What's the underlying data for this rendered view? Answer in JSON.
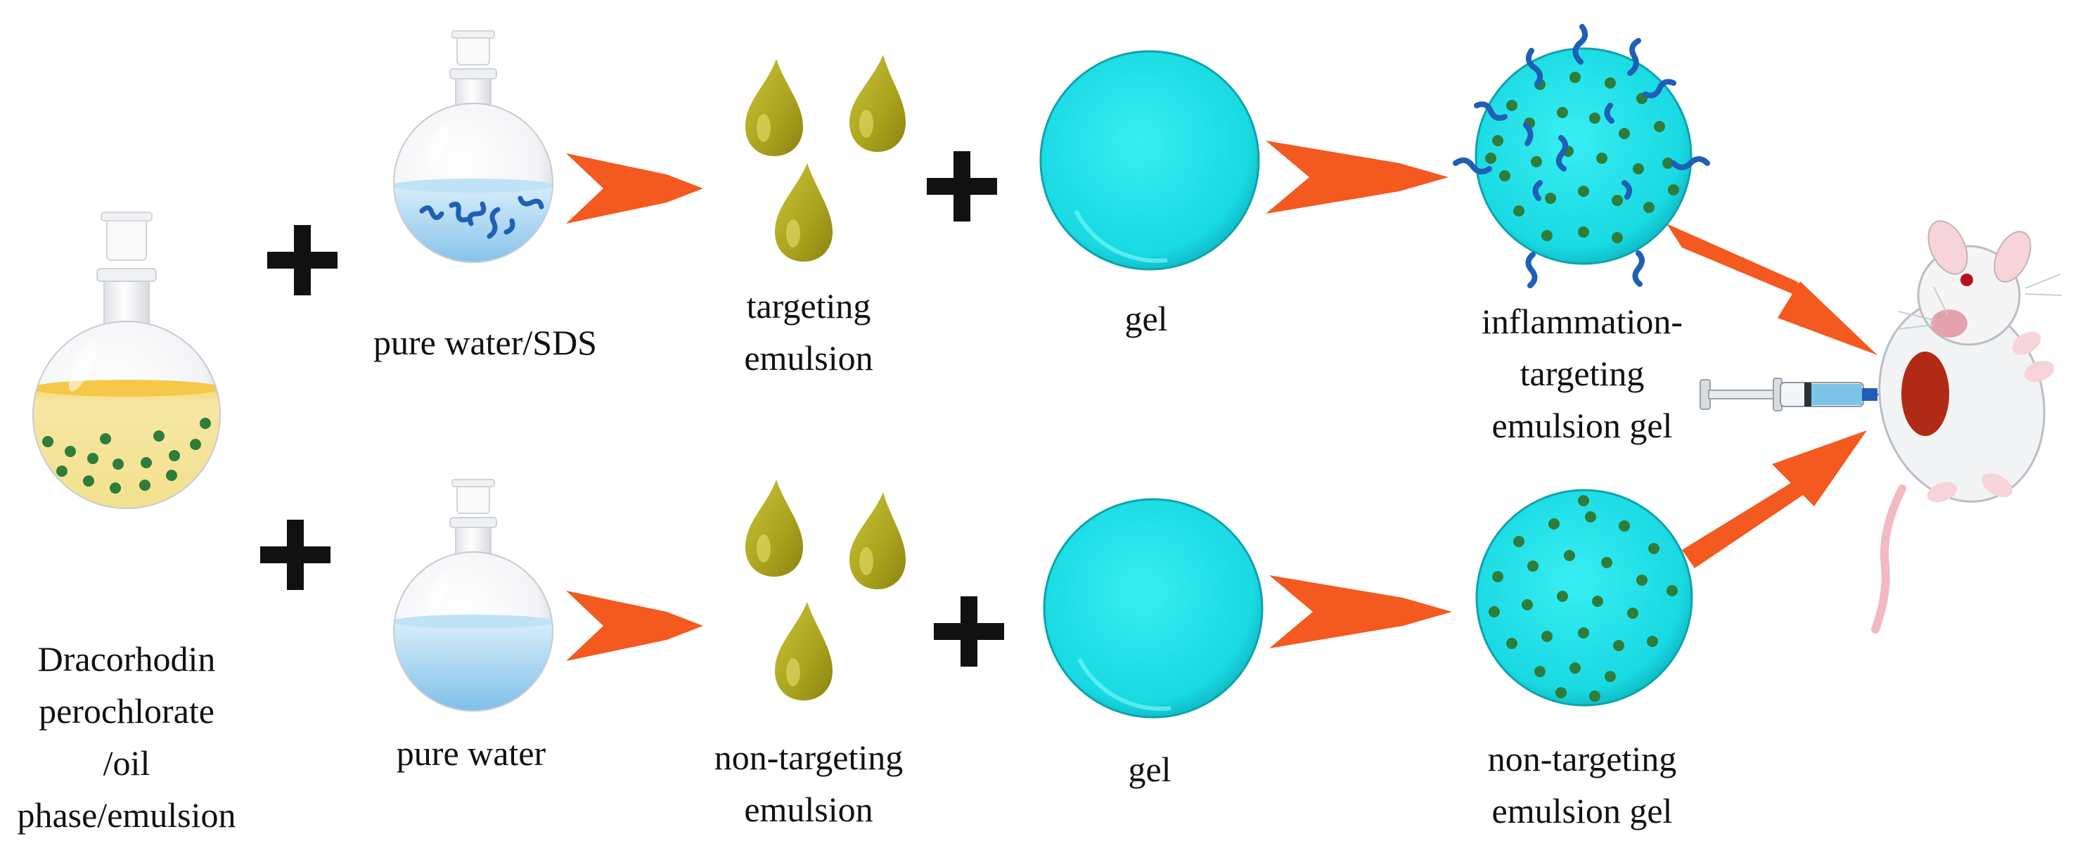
{
  "labels": {
    "oil_phase": [
      "Dracorhodin",
      "perochlorate",
      "/oil",
      "phase/emulsion"
    ],
    "pure_water_sds": "pure water/SDS",
    "pure_water": "pure water",
    "targeting_emulsion": [
      "targeting",
      "emulsion"
    ],
    "non_targeting_emulsion": [
      "non-targeting",
      "emulsion"
    ],
    "gel_top": "gel",
    "gel_bottom": "gel",
    "inflammation_targeting_gel": [
      "inflammation-",
      "targeting",
      "emulsion gel"
    ],
    "non_targeting_gel": [
      "non-targeting",
      "emulsion gel"
    ]
  },
  "colors": {
    "arrow": "#f4591f",
    "gel": "#19d9e2",
    "oil": "#f3dd7a",
    "droplet": "#a9a21c",
    "dot": "#2f7d3a",
    "polymer": "#1f5fb5",
    "water": "#a9d6f2",
    "plus": "#111111"
  },
  "icons": [
    "round-bottom-flask-icon",
    "plus-icon",
    "drop-icon",
    "gel-sphere-icon",
    "arrow-icon",
    "syringe-icon",
    "mouse-icon"
  ]
}
